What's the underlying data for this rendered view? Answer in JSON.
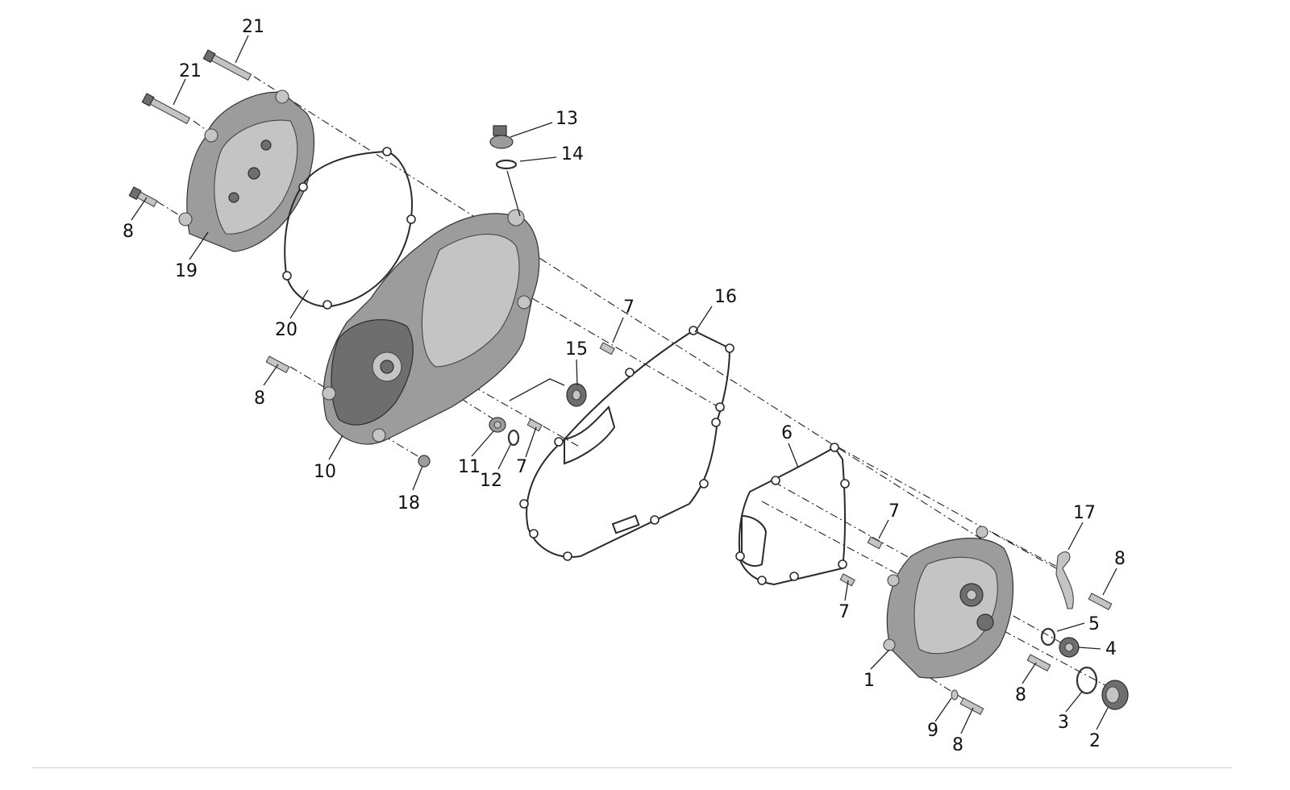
{
  "diagram": {
    "callouts": [
      {
        "id": "c21a",
        "text": "21"
      },
      {
        "id": "c21b",
        "text": "21"
      },
      {
        "id": "c13",
        "text": "13"
      },
      {
        "id": "c14",
        "text": "14"
      },
      {
        "id": "c8a",
        "text": "8"
      },
      {
        "id": "c19",
        "text": "19"
      },
      {
        "id": "c20",
        "text": "20"
      },
      {
        "id": "c16",
        "text": "16"
      },
      {
        "id": "c7a",
        "text": "7"
      },
      {
        "id": "c15",
        "text": "15"
      },
      {
        "id": "c8b",
        "text": "8"
      },
      {
        "id": "c10",
        "text": "10"
      },
      {
        "id": "c11",
        "text": "11"
      },
      {
        "id": "c12",
        "text": "12"
      },
      {
        "id": "c7b",
        "text": "7"
      },
      {
        "id": "c18",
        "text": "18"
      },
      {
        "id": "c6",
        "text": "6"
      },
      {
        "id": "c7c",
        "text": "7"
      },
      {
        "id": "c7d",
        "text": "7"
      },
      {
        "id": "c17",
        "text": "17"
      },
      {
        "id": "c8c",
        "text": "8"
      },
      {
        "id": "c5",
        "text": "5"
      },
      {
        "id": "c4",
        "text": "4"
      },
      {
        "id": "c1",
        "text": "1"
      },
      {
        "id": "c8d",
        "text": "8"
      },
      {
        "id": "c3",
        "text": "3"
      },
      {
        "id": "c9",
        "text": "9"
      },
      {
        "id": "c8e",
        "text": "8"
      },
      {
        "id": "c2",
        "text": "2"
      }
    ]
  }
}
